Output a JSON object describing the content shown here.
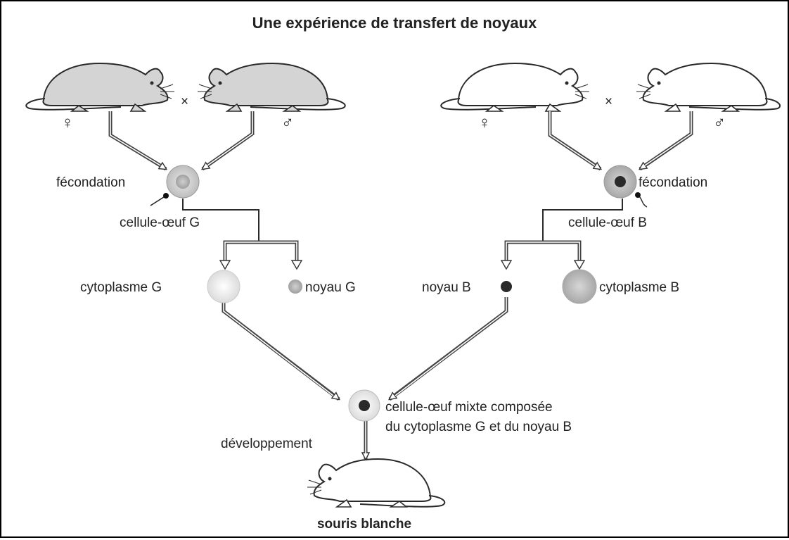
{
  "title": "Une expérience de transfert de noyaux",
  "colors": {
    "grey_mouse_fill": "#d4d4d4",
    "white_mouse_fill": "#ffffff",
    "outline": "#2a2a2a",
    "arrow_fill": "#9a9a9a",
    "nucleus_dark": "#2a2a2a"
  },
  "left_cross": {
    "female_symbol": "♀",
    "cross_symbol": "×",
    "male_symbol": "♂",
    "fertilization_label": "fécondation",
    "egg_label": "cellule-œuf G"
  },
  "right_cross": {
    "female_symbol": "♀",
    "cross_symbol": "×",
    "male_symbol": "♂",
    "fertilization_label": "fécondation",
    "egg_label": "cellule-œuf B"
  },
  "products": {
    "cytoplasm_g": "cytoplasme G",
    "nucleus_g": "noyau G",
    "nucleus_b": "noyau B",
    "cytoplasm_b": "cytoplasme B"
  },
  "mixed_egg": {
    "line1": "cellule-œuf mixte composée",
    "line2": "du cytoplasme G et du noyau B"
  },
  "development_label": "développement",
  "result_label": "souris blanche"
}
